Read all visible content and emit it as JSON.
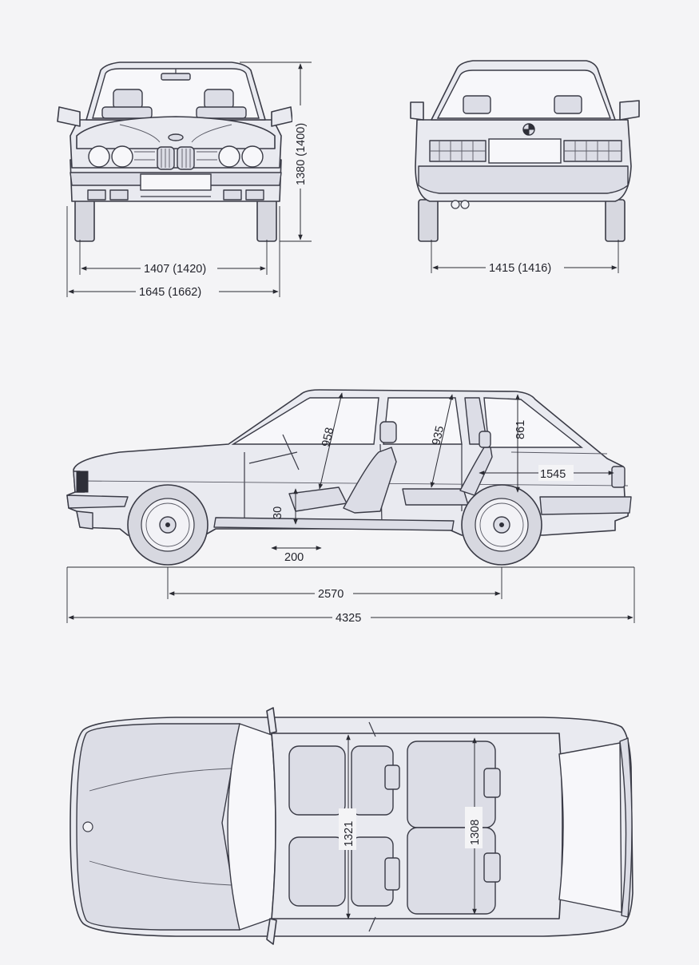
{
  "dimensions": {
    "front_height": "1380 (1400)",
    "front_track": "1407 (1420)",
    "overall_width": "1645 (1662)",
    "rear_track": "1415 (1416)",
    "front_headroom": "958",
    "rear_headroom": "935",
    "cargo_height": "861",
    "cargo_length": "1545",
    "seat_height": "30",
    "seat_travel": "200",
    "wheelbase": "2570",
    "overall_length": "4325",
    "front_shoulder_width": "1321",
    "rear_shoulder_width": "1308"
  },
  "colors": {
    "background": "#f4f4f6",
    "line": "#3a3b46",
    "fill": "#e9eaf0"
  }
}
